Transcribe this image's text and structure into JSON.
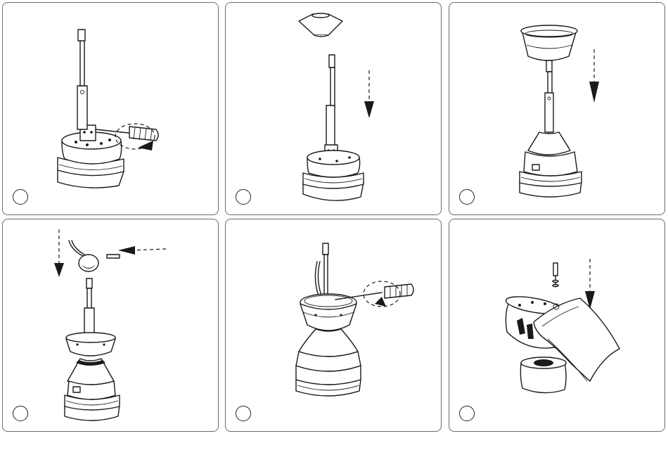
{
  "figure": {
    "panels": [
      {
        "id": "step-1",
        "number": ""
      },
      {
        "id": "step-2",
        "number": ""
      },
      {
        "id": "step-3",
        "number": ""
      },
      {
        "id": "step-4",
        "number": ""
      },
      {
        "id": "step-5",
        "number": ""
      },
      {
        "id": "step-6",
        "number": ""
      }
    ]
  }
}
